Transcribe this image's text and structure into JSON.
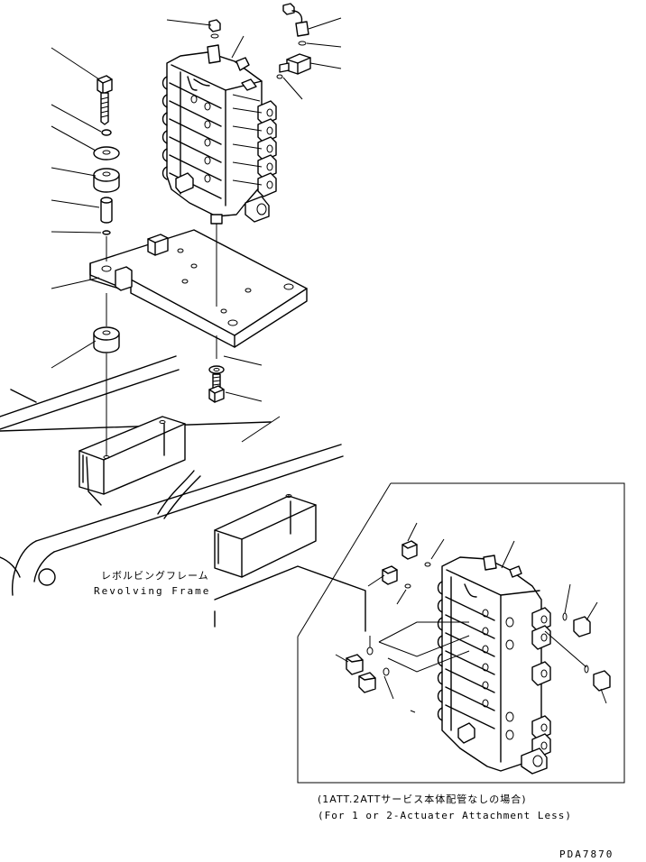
{
  "labels": {
    "frame_jp": "レボルビングフレーム",
    "frame_en": "Revolving Frame",
    "inset_jp": "(1ATT.2ATTサービス本体配管なしの場合)",
    "inset_en": "(For 1 or 2-Actuater Attachment Less)",
    "drawing_code": "PDA7870"
  }
}
